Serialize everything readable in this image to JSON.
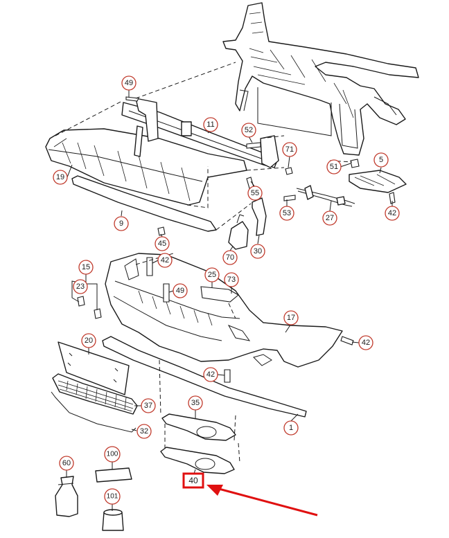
{
  "diagram": {
    "callouts": [
      {
        "id": "c49a",
        "label": "49"
      },
      {
        "id": "c11",
        "label": "11"
      },
      {
        "id": "c52",
        "label": "52"
      },
      {
        "id": "c71",
        "label": "71"
      },
      {
        "id": "c51",
        "label": "51"
      },
      {
        "id": "c5",
        "label": "5"
      },
      {
        "id": "c19",
        "label": "19"
      },
      {
        "id": "c55",
        "label": "55"
      },
      {
        "id": "c53",
        "label": "53"
      },
      {
        "id": "c27",
        "label": "27"
      },
      {
        "id": "c42a",
        "label": "42"
      },
      {
        "id": "c9",
        "label": "9"
      },
      {
        "id": "c45",
        "label": "45"
      },
      {
        "id": "c70",
        "label": "70"
      },
      {
        "id": "c30",
        "label": "30"
      },
      {
        "id": "c42b",
        "label": "42"
      },
      {
        "id": "c15",
        "label": "15"
      },
      {
        "id": "c23",
        "label": "23"
      },
      {
        "id": "c49b",
        "label": "49"
      },
      {
        "id": "c25",
        "label": "25"
      },
      {
        "id": "c73",
        "label": "73"
      },
      {
        "id": "c17",
        "label": "17"
      },
      {
        "id": "c42c",
        "label": "42"
      },
      {
        "id": "c20",
        "label": "20"
      },
      {
        "id": "c42d",
        "label": "42"
      },
      {
        "id": "c37",
        "label": "37"
      },
      {
        "id": "c35",
        "label": "35"
      },
      {
        "id": "c32",
        "label": "32"
      },
      {
        "id": "c1",
        "label": "1"
      },
      {
        "id": "c60",
        "label": "60"
      },
      {
        "id": "c100",
        "label": "100"
      },
      {
        "id": "c101",
        "label": "101"
      }
    ],
    "highlighted": {
      "label": "40"
    },
    "arrow_color": "#e01010",
    "callout_color": "#c0392b"
  }
}
